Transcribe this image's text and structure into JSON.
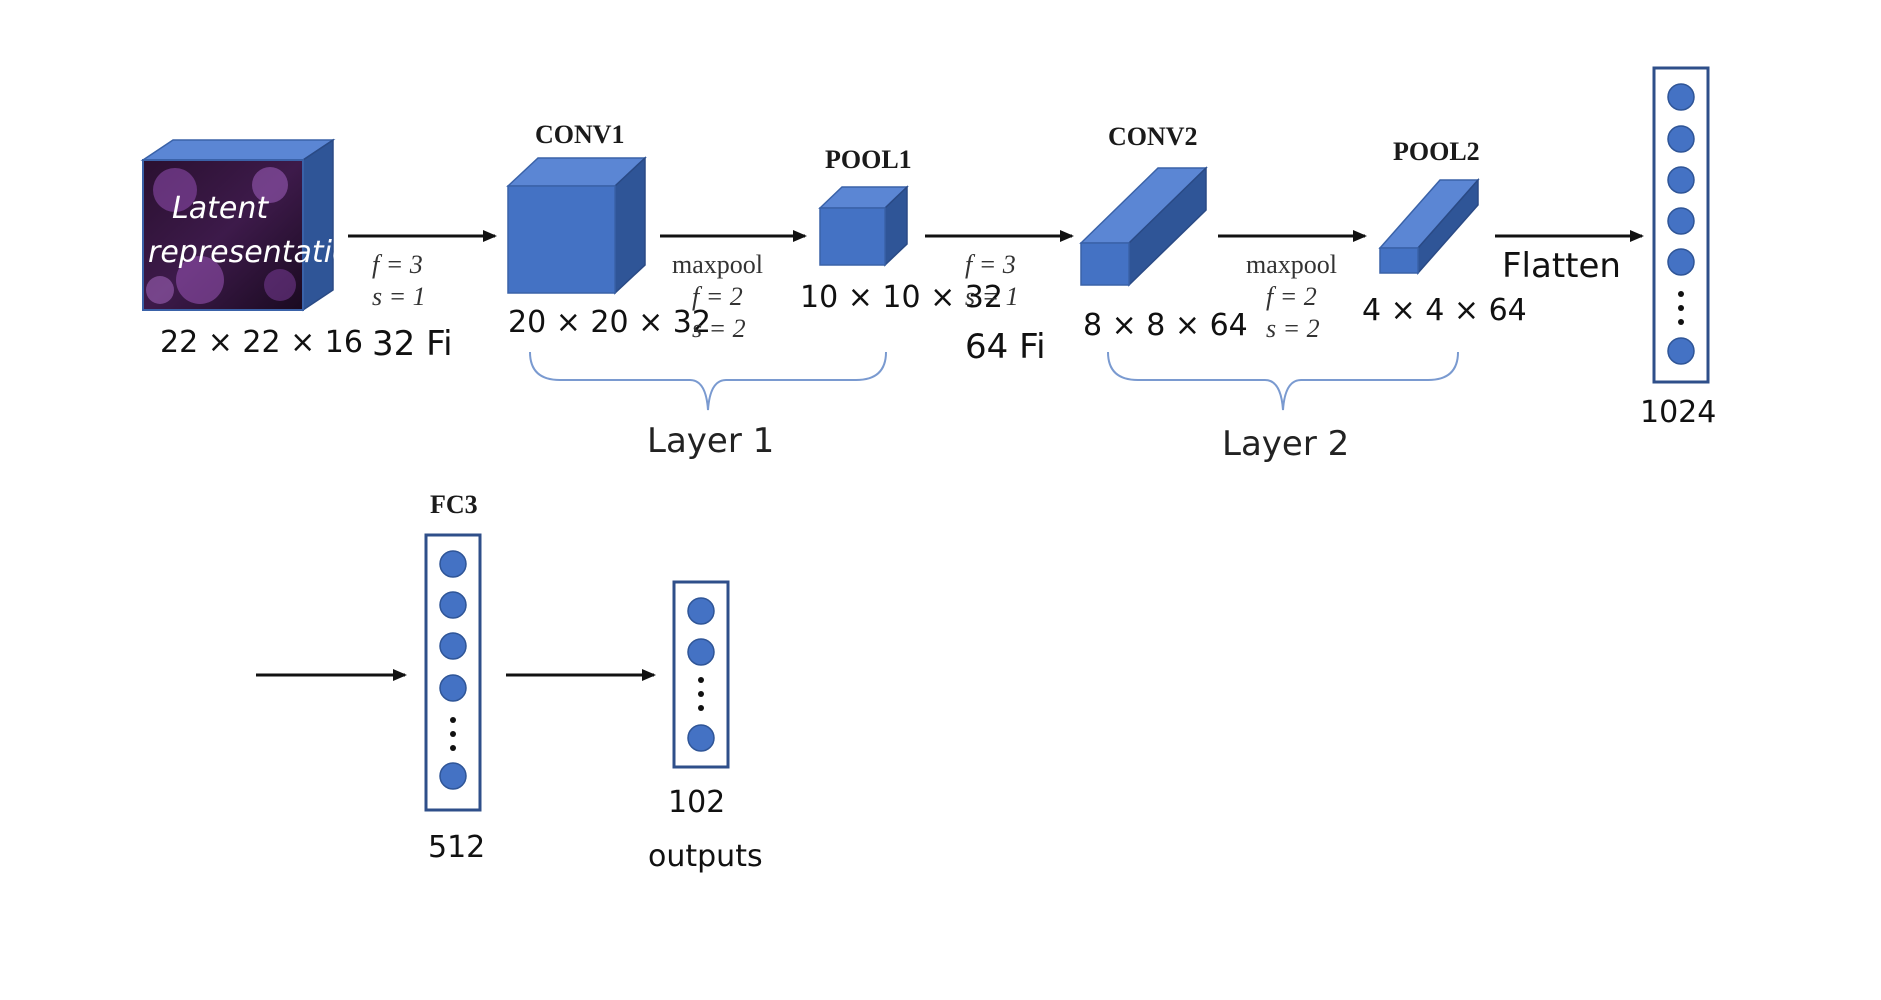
{
  "colors": {
    "block_front": "#4472c4",
    "block_top": "#5b86d4",
    "block_side": "#2f5597",
    "neuron": "#4472c4",
    "brace": "#7a9ad0"
  },
  "input": {
    "text_line1": "Latent",
    "text_line2": "representation",
    "dims": "22 × 22 × 16"
  },
  "conv1": {
    "title": "CONV1",
    "f_label": "f = 3",
    "s_label": "s = 1",
    "filters": "32 Fi",
    "dims": "20 × 20 × 32"
  },
  "pool1": {
    "title": "POOL1",
    "op": "maxpool",
    "f_label": "f = 2",
    "s_label": "s = 2",
    "dims": "10 × 10 × 32"
  },
  "conv2": {
    "title": "CONV2",
    "f_label": "f = 3",
    "s_label": "s = 1",
    "filters": "64 Fi",
    "dims": "8 × 8 × 64"
  },
  "pool2": {
    "title": "POOL2",
    "op": "maxpool",
    "f_label": "f = 2",
    "s_label": "s = 2",
    "dims": "4 × 4 × 64"
  },
  "layers": {
    "layer1": "Layer 1",
    "layer2": "Layer 2"
  },
  "flatten": {
    "label": "Flatten",
    "size": "1024"
  },
  "fc3": {
    "title": "FC3",
    "size": "512"
  },
  "output": {
    "size": "102",
    "label": "outputs"
  },
  "icons": [
    "neuron-circle",
    "ellipsis-dots",
    "arrow-right",
    "curly-brace"
  ]
}
